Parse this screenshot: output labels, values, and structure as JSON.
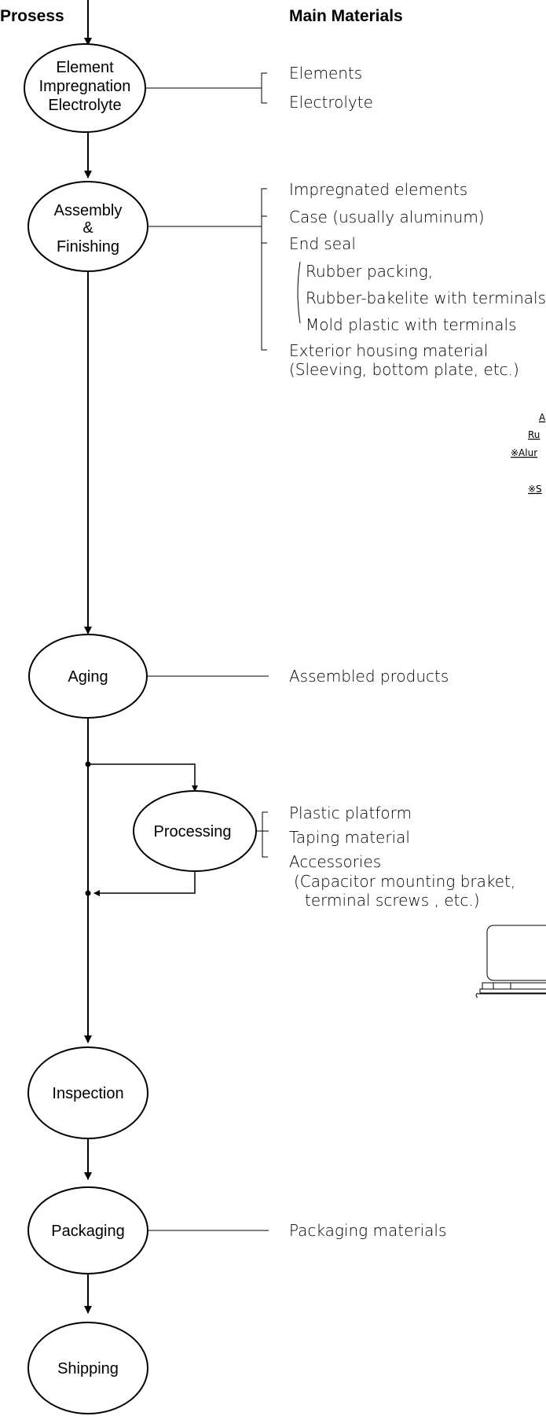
{
  "headers": {
    "process": "Prosess",
    "materials": "Main Materials"
  },
  "nodes": {
    "element": {
      "line1": "Element",
      "line2": "Impregnation",
      "line3": "Electrolyte"
    },
    "assembly": {
      "line1": "Assembly",
      "line2": "&",
      "line3": "Finishing"
    },
    "aging": "Aging",
    "processing": "Processing",
    "inspection": "Inspection",
    "packaging": "Packaging",
    "shipping": "Shipping"
  },
  "materials": {
    "element": [
      "Elements",
      "Electrolyte"
    ],
    "assembly": {
      "impregnated": "Impregnated elements",
      "case": "Case (usually aluminum)",
      "end_seal": "End seal",
      "end_seal_options": [
        "Rubber packing,",
        "Rubber-bakelite with terminals",
        "Mold plastic with terminals"
      ],
      "exterior_1": "Exterior housing material",
      "exterior_2": "(Sleeving, bottom plate, etc.)"
    },
    "aging": "Assembled products",
    "processing": {
      "plastic": "Plastic platform",
      "taping": "Taping material",
      "accessories": "Accessories",
      "accessories_note_1": "(Capacitor mounting braket,",
      "accessories_note_2": "terminal screws , etc.)"
    },
    "packaging": "Packaging materials"
  },
  "clipped_fragments": [
    "A",
    "Ru",
    "※Alur",
    "※S"
  ]
}
